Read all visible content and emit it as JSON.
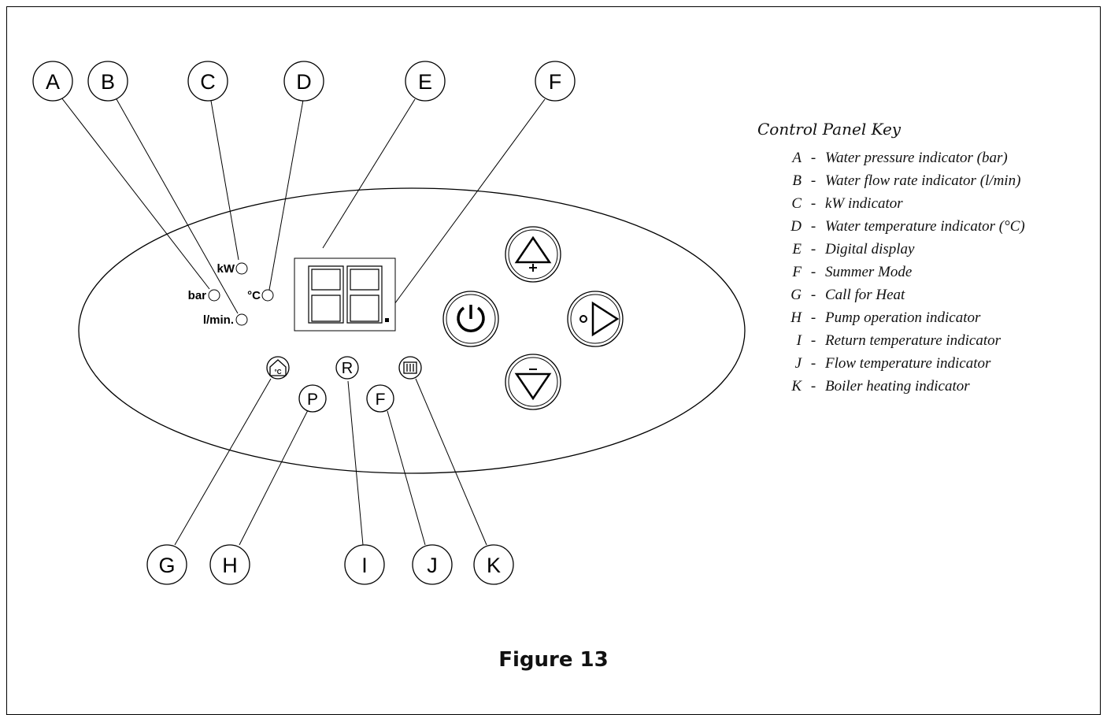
{
  "callouts": {
    "A": "A",
    "B": "B",
    "C": "C",
    "D": "D",
    "E": "E",
    "F": "F",
    "G": "G",
    "H": "H",
    "I": "I",
    "J": "J",
    "K": "K"
  },
  "panel": {
    "indicator_labels": {
      "kw": "kW",
      "bar": "bar",
      "degc": "°C",
      "lmin": "l/min."
    },
    "display_digits": "88",
    "small_letters": {
      "p": "P",
      "r": "R",
      "f": "F"
    }
  },
  "key": {
    "title": "Control Panel Key",
    "items": [
      {
        "letter": "A",
        "text": "Water pressure indicator (bar)"
      },
      {
        "letter": "B",
        "text": "Water flow rate indicator (l/min)"
      },
      {
        "letter": "C",
        "text": "kW indicator"
      },
      {
        "letter": "D",
        "text": "Water temperature indicator (°C)"
      },
      {
        "letter": "E",
        "text": "Digital display"
      },
      {
        "letter": "F",
        "text": "Summer Mode"
      },
      {
        "letter": "G",
        "text": "Call for Heat"
      },
      {
        "letter": "H",
        "text": "Pump operation indicator"
      },
      {
        "letter": "I",
        "text": "Return temperature indicator"
      },
      {
        "letter": "J",
        "text": "Flow temperature indicator"
      },
      {
        "letter": "K",
        "text": "Boiler heating indicator"
      }
    ]
  },
  "caption": "Figure 13"
}
